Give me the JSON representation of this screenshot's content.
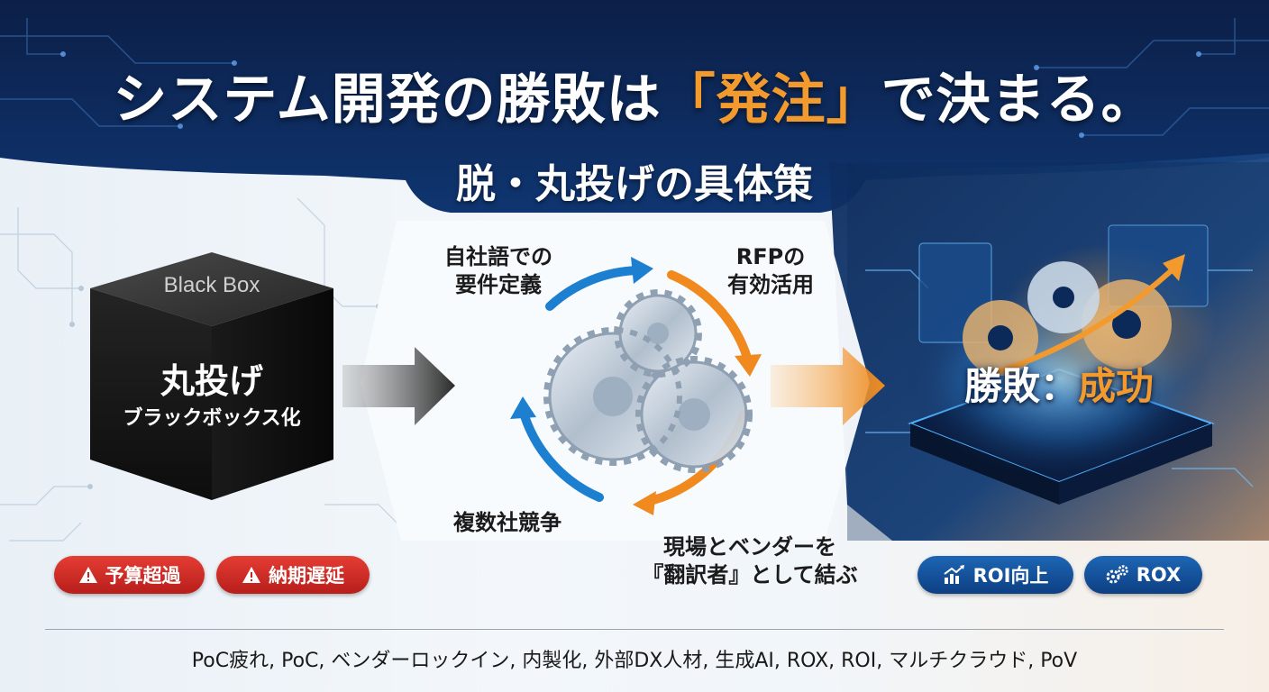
{
  "header": {
    "title_before": "システム開発の勝敗は",
    "title_accent": "「発注」",
    "title_after": "で決まる。",
    "subtitle": "脱・丸投げの具体策"
  },
  "left": {
    "cube_label": "Black Box",
    "cube_title": "丸投げ",
    "cube_subtitle": "ブラックボックス化",
    "badges": [
      {
        "icon": "warning-icon",
        "label": "予算超過"
      },
      {
        "icon": "warning-icon",
        "label": "納期遅延"
      }
    ]
  },
  "center": {
    "cycle": [
      {
        "label_line1": "自社語での",
        "label_line2": "要件定義"
      },
      {
        "label_line1": "RFPの",
        "label_line2": "有効活用"
      },
      {
        "label_line1": "現場とベンダーを",
        "label_line2": "『翻訳者』として結ぶ"
      },
      {
        "label_line1": "複数社競争",
        "label_line2": ""
      }
    ]
  },
  "right": {
    "result_label": "勝敗：",
    "result_accent": "成功",
    "badges": [
      {
        "icon": "chart-up-icon",
        "label": "ROI向上"
      },
      {
        "icon": "gears-icon",
        "label": "ROX"
      }
    ]
  },
  "footer": {
    "keywords": "PoC疲れ, PoC, ベンダーロックイン, 内製化, 外部DX人材, 生成AI, ROX, ROI, マルチクラウド, PoV"
  },
  "colors": {
    "navy": "#0b2a5a",
    "accent_orange": "#f39a2e",
    "accent_blue": "#1d7fd0",
    "warning_red": "#d12d27",
    "badge_blue": "#1554a0"
  }
}
